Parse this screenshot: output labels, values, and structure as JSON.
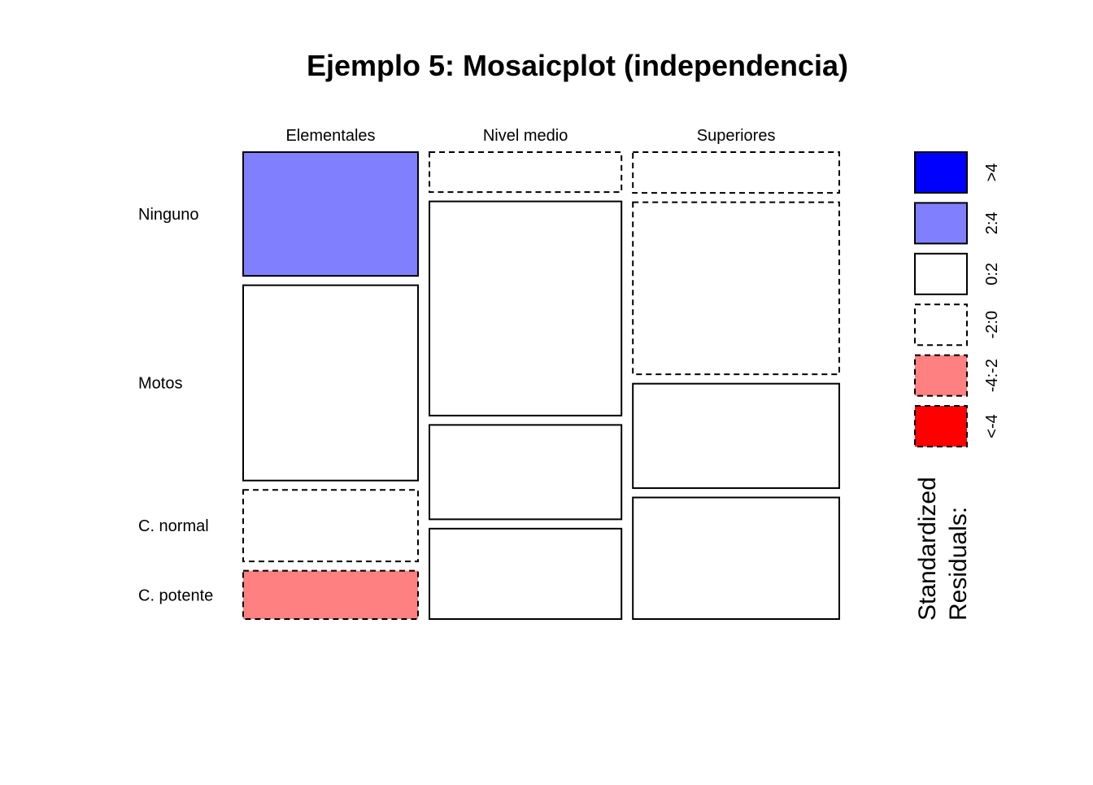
{
  "chart_data": {
    "type": "mosaic",
    "title": "Ejemplo 5: Mosaicplot (independencia)",
    "columns": [
      "Elementales",
      "Nivel medio",
      "Superiores"
    ],
    "rows": [
      "Ninguno",
      "Motos",
      "C. normal",
      "C. potente"
    ],
    "column_proportions": [
      0.305,
      0.335,
      0.36
    ],
    "cell_proportions": [
      [
        0.282,
        0.445,
        0.163,
        0.11
      ],
      [
        0.091,
        0.488,
        0.215,
        0.206
      ],
      [
        0.093,
        0.392,
        0.238,
        0.277
      ]
    ],
    "residual_class": [
      [
        "2:4",
        "0:2",
        "-2:0",
        "-4:-2"
      ],
      [
        "-2:0",
        "0:2",
        "0:2",
        "0:2"
      ],
      [
        "-2:0",
        "-2:0",
        "0:2",
        "0:2"
      ]
    ],
    "legend": {
      "title_line1": "Standardized",
      "title_line2": "Residuals:",
      "entries": [
        {
          "label": ">4",
          "color": "#0000FF",
          "dashed": false
        },
        {
          "label": "2:4",
          "color": "#8080FF",
          "dashed": false
        },
        {
          "label": "0:2",
          "color": "#FFFFFF",
          "dashed": false
        },
        {
          "label": "-2:0",
          "color": "#FFFFFF",
          "dashed": true
        },
        {
          "label": "-4:-2",
          "color": "#FF8080",
          "dashed": true
        },
        {
          "label": "<-4",
          "color": "#FF0000",
          "dashed": true
        }
      ]
    }
  }
}
